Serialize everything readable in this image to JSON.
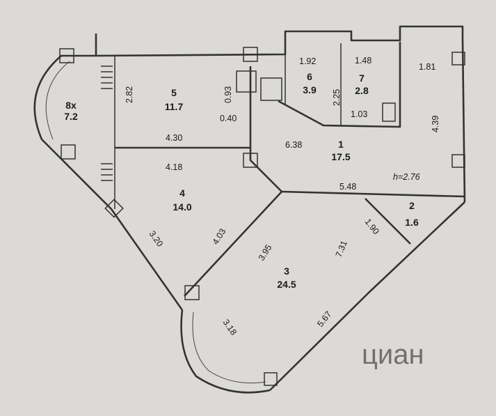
{
  "plan": {
    "rooms": [
      {
        "id": "r8",
        "number": "8x",
        "area": "7.2"
      },
      {
        "id": "r5",
        "number": "5",
        "area": "11.7"
      },
      {
        "id": "r6",
        "number": "6",
        "area": "3.9"
      },
      {
        "id": "r7",
        "number": "7",
        "area": "2.8"
      },
      {
        "id": "r1",
        "number": "1",
        "area": "17.5"
      },
      {
        "id": "r4",
        "number": "4",
        "area": "14.0"
      },
      {
        "id": "r2",
        "number": "2",
        "area": "1.6"
      },
      {
        "id": "r3",
        "number": "3",
        "area": "24.5"
      }
    ],
    "ceiling_height": "h=2.76",
    "dimensions": [
      "1.92",
      "1.48",
      "1.81",
      "2.82",
      "0.93",
      "2.25",
      "4.39",
      "0.40",
      "1.03",
      "4.30",
      "6.38",
      "4.18",
      "5.48",
      "3.20",
      "4.03",
      "3.95",
      "1.90",
      "7.31",
      "3.18",
      "5.67"
    ],
    "watermark": "циан"
  }
}
